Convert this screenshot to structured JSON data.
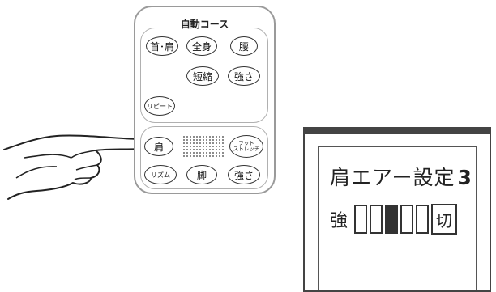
{
  "remote": {
    "title": "自動コース",
    "buttons": {
      "neck_shoulder": "首･肩",
      "full_body": "全身",
      "waist": "腰",
      "shorten": "短縮",
      "strength_top": "強さ",
      "repeat": "リピート",
      "shoulder": "肩",
      "foot_stretch_line1": "フット",
      "foot_stretch_line2": "ストレッチ",
      "rhythm": "リズム",
      "leg": "脚",
      "strength_bottom": "強さ"
    }
  },
  "display": {
    "title": "肩エアー設定",
    "setting_number": "3",
    "strong_label": "強",
    "off_label": "切",
    "level_segments": 5,
    "active_segment": 3
  }
}
